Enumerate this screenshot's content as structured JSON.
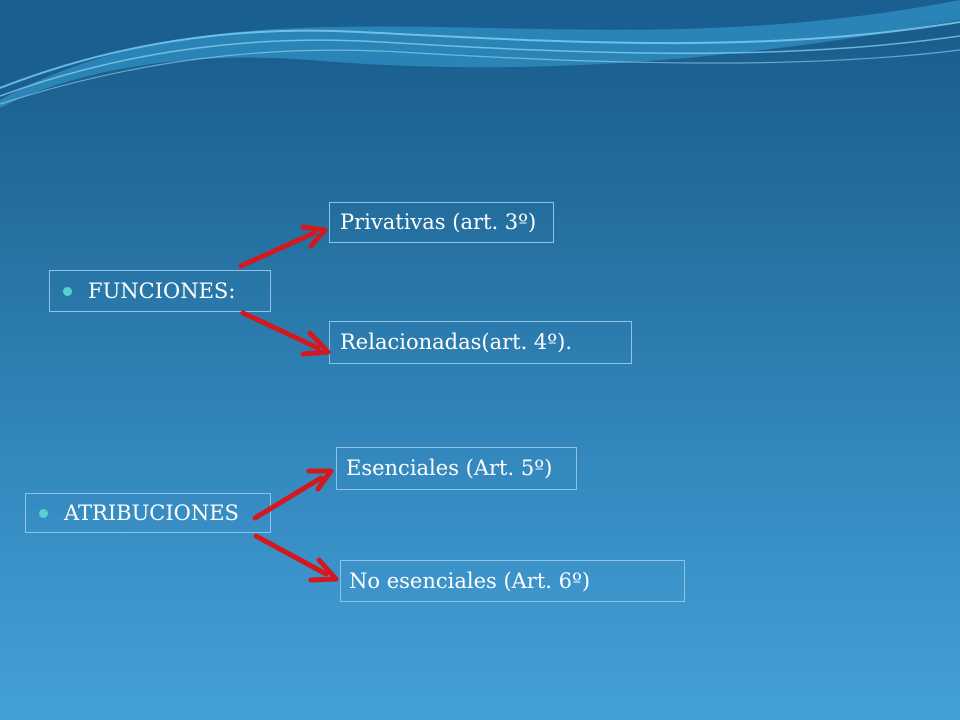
{
  "diagram": {
    "left_items": [
      {
        "id": "funciones",
        "label": "FUNCIONES:"
      },
      {
        "id": "atribuciones",
        "label": "ATRIBUCIONES"
      }
    ],
    "right_items": [
      {
        "id": "privativas",
        "label": "Privativas (art. 3º)"
      },
      {
        "id": "relacionadas",
        "label": "Relacionadas(art. 4º)."
      },
      {
        "id": "esenciales",
        "label": "Esenciales (Art. 5º)"
      },
      {
        "id": "noesenciales",
        "label": "No esenciales (Art. 6º)"
      }
    ],
    "connections": [
      {
        "from": "funciones",
        "to": "privativas"
      },
      {
        "from": "funciones",
        "to": "relacionadas"
      },
      {
        "from": "atribuciones",
        "to": "esenciales"
      },
      {
        "from": "atribuciones",
        "to": "noesenciales"
      }
    ],
    "colors": {
      "arrow": "#d3181e",
      "bullet": "#58d1d0",
      "box_border": "#8fc3e6",
      "text": "#ffffff"
    }
  }
}
